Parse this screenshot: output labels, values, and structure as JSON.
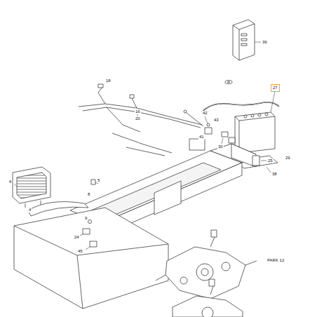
{
  "diagram": {
    "nodes": [
      {
        "text": [
          "27"
        ]
      }
    ],
    "labels": [
      "39",
      "38",
      "16",
      "18",
      "20",
      "4",
      "42",
      "43",
      "41",
      "30",
      "29",
      "25",
      "6",
      "5",
      "9",
      "8",
      "24",
      "45",
      "PARK 12"
    ]
  }
}
